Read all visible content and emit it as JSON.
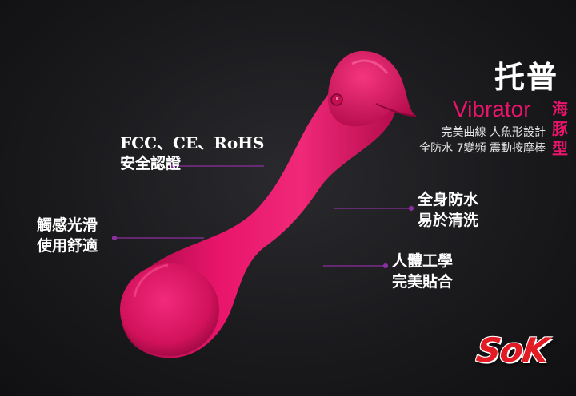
{
  "brand": {
    "title": "托普",
    "subtitle": "Vibrator",
    "vertical_chars": [
      "海",
      "豚",
      "型"
    ],
    "desc_lines": [
      "完美曲線 人魚形設計",
      "全防水 7變頻 震動按摩棒"
    ]
  },
  "features": {
    "certification": [
      "FCC、CE、RoHS",
      "安全認證"
    ],
    "touch": [
      "觸感光滑",
      "使用舒適"
    ],
    "waterproof": [
      "全身防水",
      "易於清洗"
    ],
    "ergonomic": [
      "人體工學",
      "完美貼合"
    ]
  },
  "logo": "SoK",
  "colors": {
    "accent": "#e8156b",
    "product": "#e0155f",
    "background": "#141416",
    "line": "#8a2fa0"
  }
}
